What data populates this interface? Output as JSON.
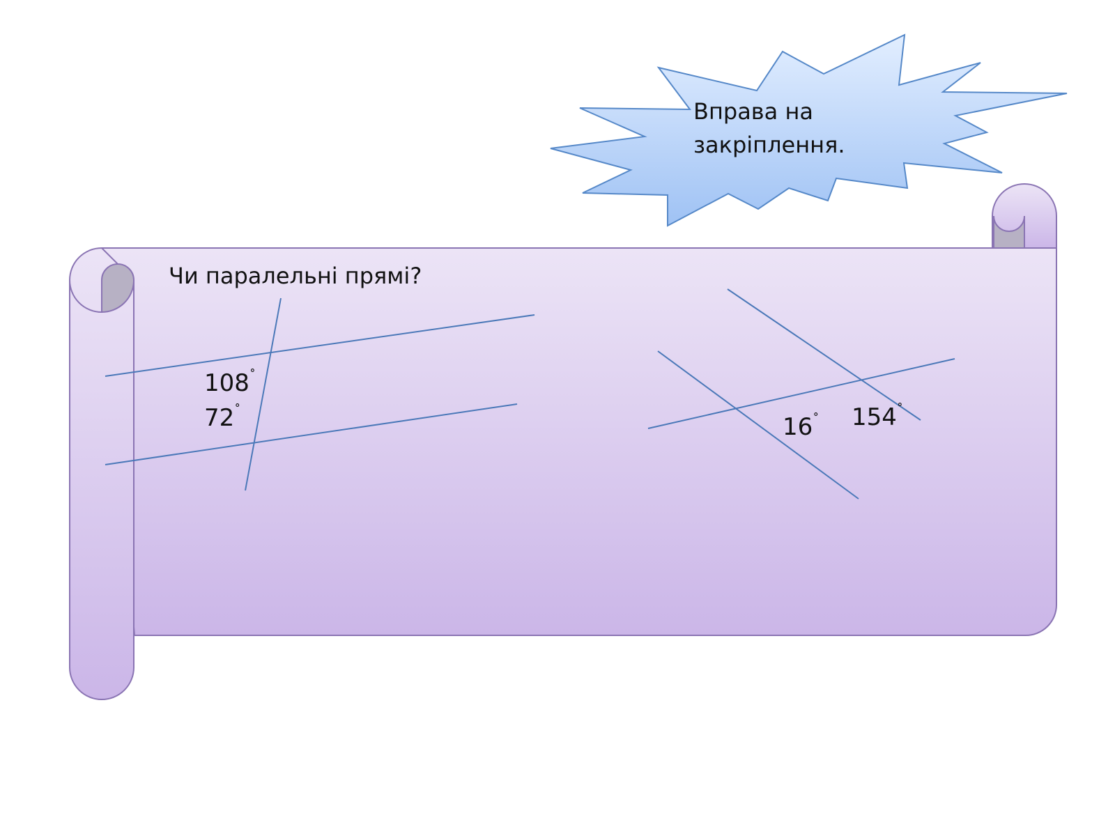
{
  "burst": {
    "line1": "Вправа на",
    "line2": "закріплення."
  },
  "scroll": {
    "question": "Чи паралельні прямі?"
  },
  "figure_left": {
    "angle_top": "108",
    "angle_bottom": "72"
  },
  "figure_right": {
    "angle_left": "16",
    "angle_right": "154"
  },
  "degree_symbol": "˚",
  "colors": {
    "line": "#4a78b8",
    "scroll_top": "#ece4f6",
    "scroll_bottom": "#cbb6e8",
    "scroll_border": "#8a74b3",
    "curl_fill": "#b7b1c4",
    "burst_top": "#e2eeff",
    "burst_bottom": "#9fc2f4",
    "burst_border": "#5588c8"
  }
}
